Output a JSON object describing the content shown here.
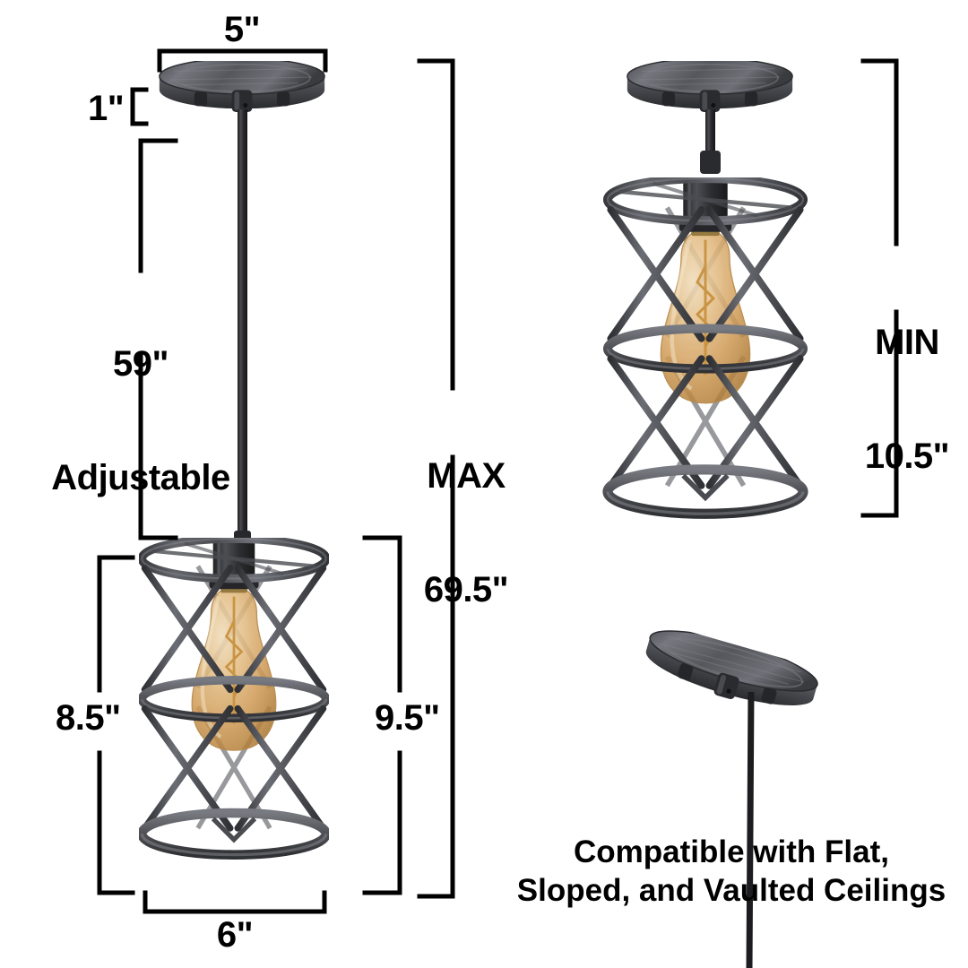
{
  "product": {
    "kind": "industrial-cage-pendant-light",
    "finish_color": "#55565a",
    "finish_dark": "#2e2f33",
    "finish_light": "#7d7f85",
    "rod_color": "#2b2b2e",
    "bulb_amber": "#d8a463",
    "bulb_amber_light": "#e8c591",
    "filament_color": "#c8923f"
  },
  "dimensions": {
    "canopy_width": "5\"",
    "canopy_height": "1\"",
    "downrod": "59\"\nAdjustable",
    "downrod_line1": "59\"",
    "downrod_line2": "Adjustable",
    "max_label": "MAX\n69.5\"",
    "max_line1": "MAX",
    "max_line2": "69.5\"",
    "min_label": "MIN\n10.5\"",
    "min_line1": "MIN",
    "min_line2": "10.5\"",
    "shade_height": "8.5\"",
    "shade_total_height": "9.5\"",
    "shade_width": "6\""
  },
  "caption": {
    "line1": "Compatible with Flat,",
    "line2": "Sloped, and Vaulted Ceilings"
  }
}
